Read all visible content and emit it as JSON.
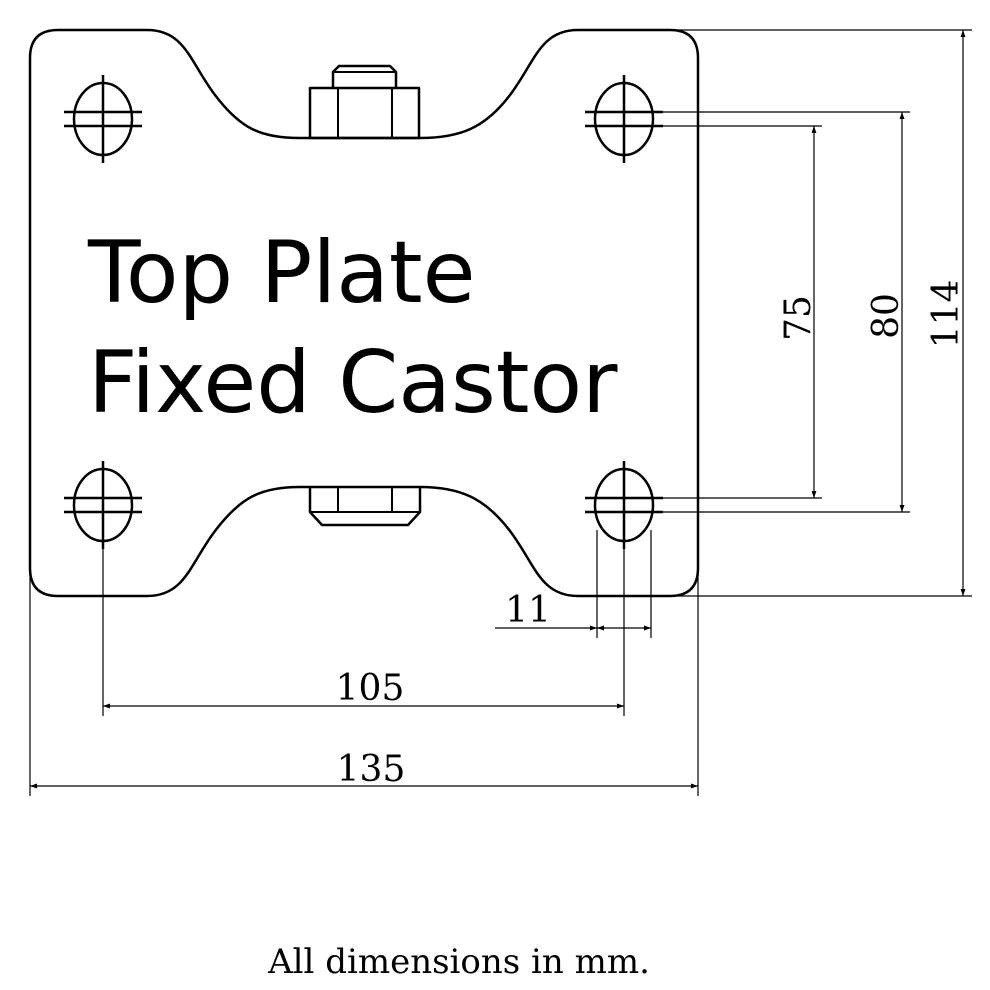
{
  "title": {
    "line1": "Top Plate",
    "line2": "Fixed Castor"
  },
  "dimensions": {
    "width_overall": "135",
    "hole_spacing_x": "105",
    "slot_width": "11",
    "hole_spacing_y_min": "75",
    "hole_spacing_y_max": "80",
    "height_overall": "114"
  },
  "footer": {
    "units_note": "All dimensions in mm."
  }
}
